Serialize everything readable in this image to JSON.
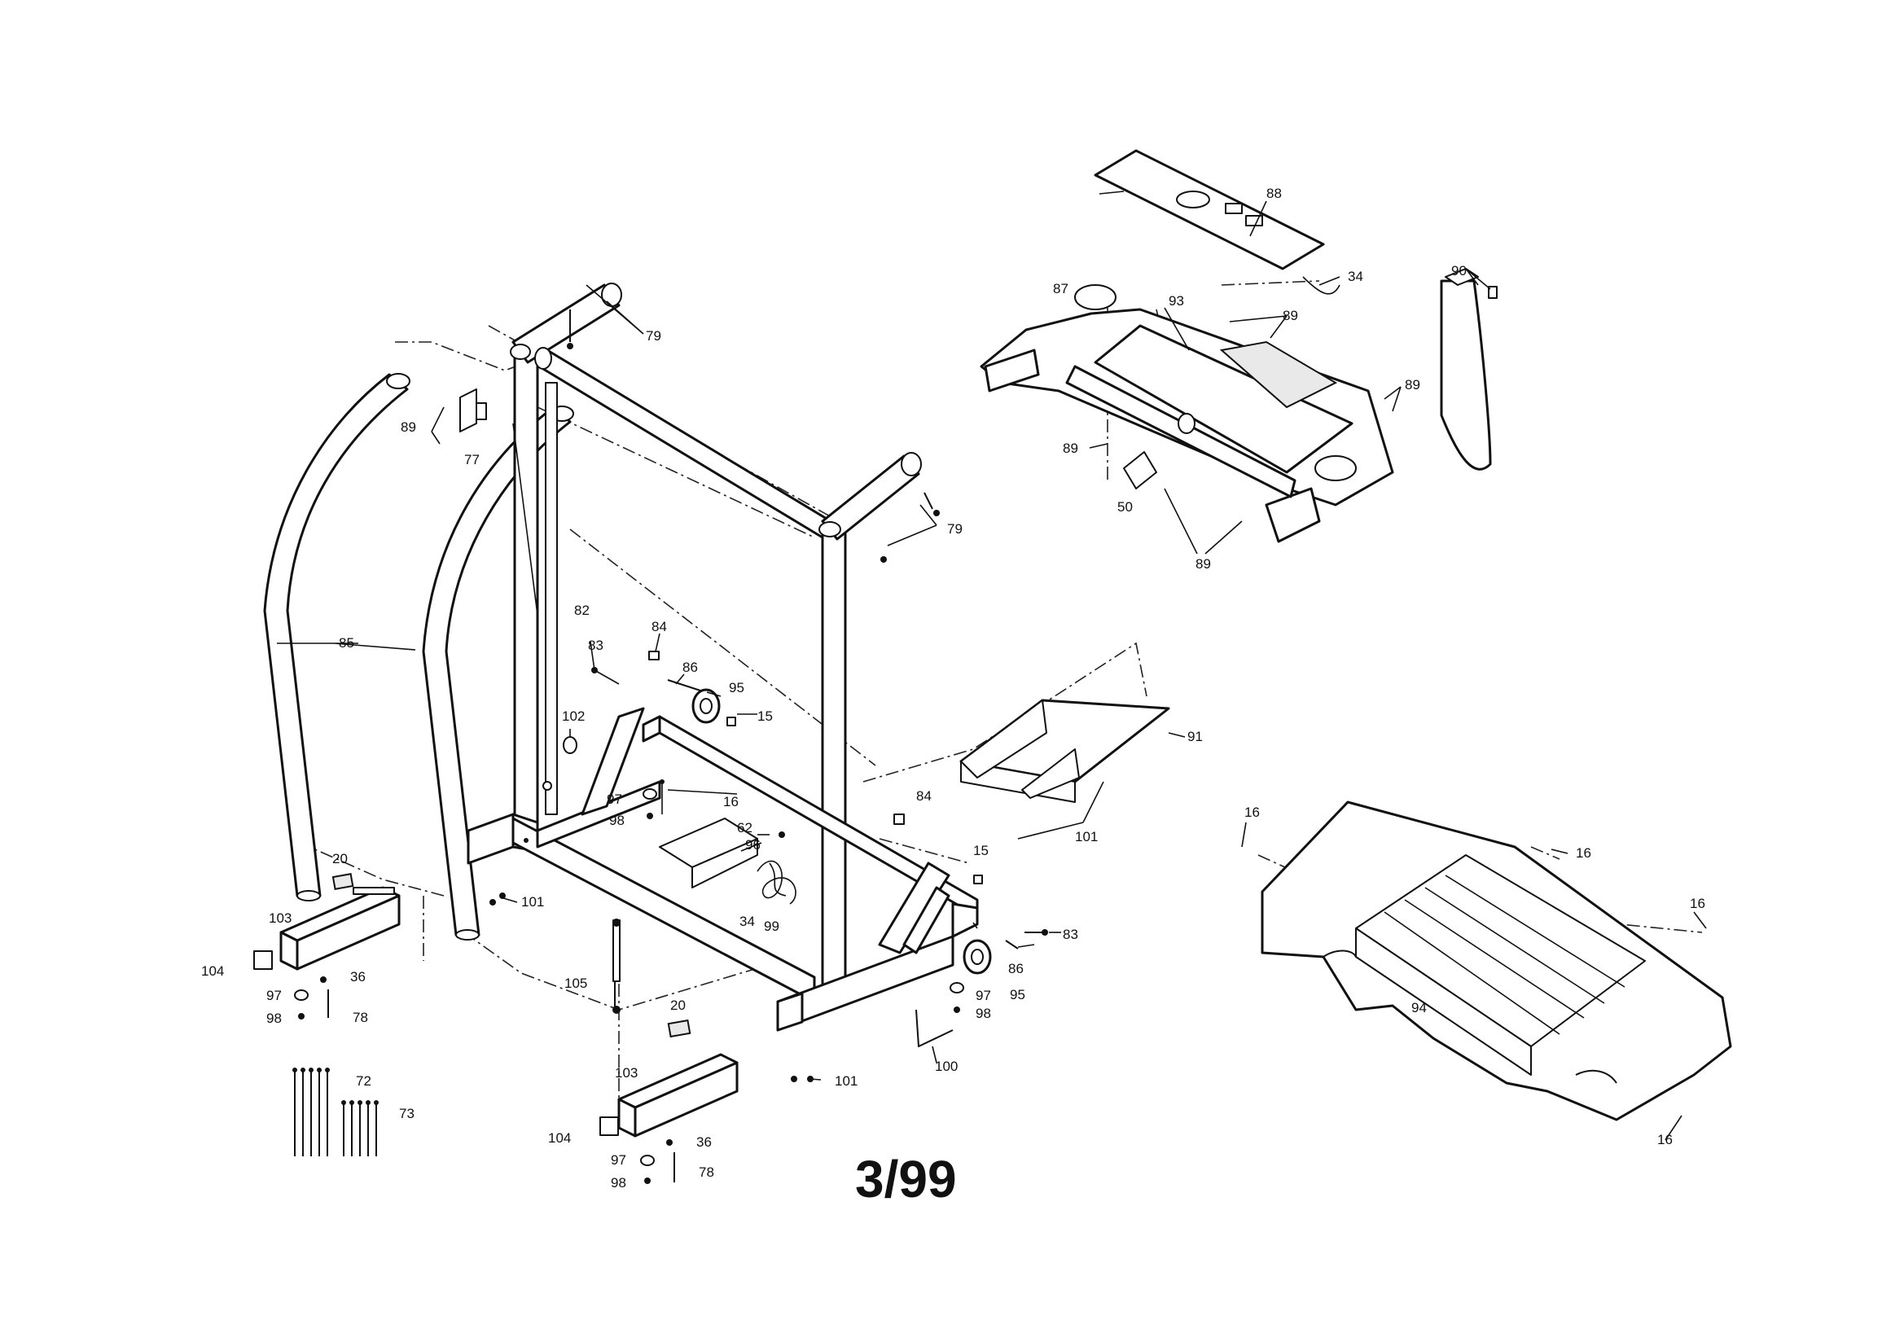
{
  "date_code": "3/99",
  "part_labels": {
    "p15": "15",
    "p16": "16",
    "p20": "20",
    "p34": "34",
    "p36": "36",
    "p50": "50",
    "p62": "62",
    "p72": "72",
    "p73": "73",
    "p77": "77",
    "p78": "78",
    "p79": "79",
    "p82": "82",
    "p83": "83",
    "p84": "84",
    "p85": "85",
    "p86": "86",
    "p87": "87",
    "p88": "88",
    "p89": "89",
    "p90": "90",
    "p91": "91",
    "p93": "93",
    "p94": "94",
    "p95": "95",
    "p96": "96",
    "p97": "97",
    "p98": "98",
    "p99": "99",
    "p100": "100",
    "p101": "101",
    "p102": "102",
    "p103": "103",
    "p104": "104",
    "p105": "105"
  }
}
